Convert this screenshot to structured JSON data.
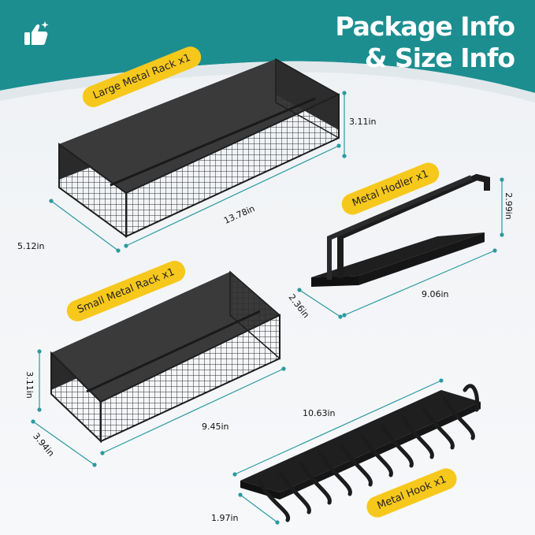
{
  "header": {
    "title_line1": "Package Info",
    "title_line2": "& Size Info",
    "accent_color": "#1c8e90",
    "thumb_icon": "thumbs-up-sparkle-icon"
  },
  "labels": {
    "large_rack": "Large Metal Rack x1",
    "metal_holder": "Metal Hodler x1",
    "small_rack": "Small Metal Rack x1",
    "metal_hook": "Metal Hook x1",
    "label_color": "#f7c81c"
  },
  "dimensions": {
    "large_height": "3.11in",
    "large_length": "13.78in",
    "large_width": "5.12in",
    "holder_height": "2.99in",
    "holder_length": "9.06in",
    "holder_width": "2.36in",
    "small_height": "3.11in",
    "small_length": "9.45in",
    "small_width": "3.94in",
    "hook_length": "10.63in",
    "hook_width": "1.97in"
  }
}
